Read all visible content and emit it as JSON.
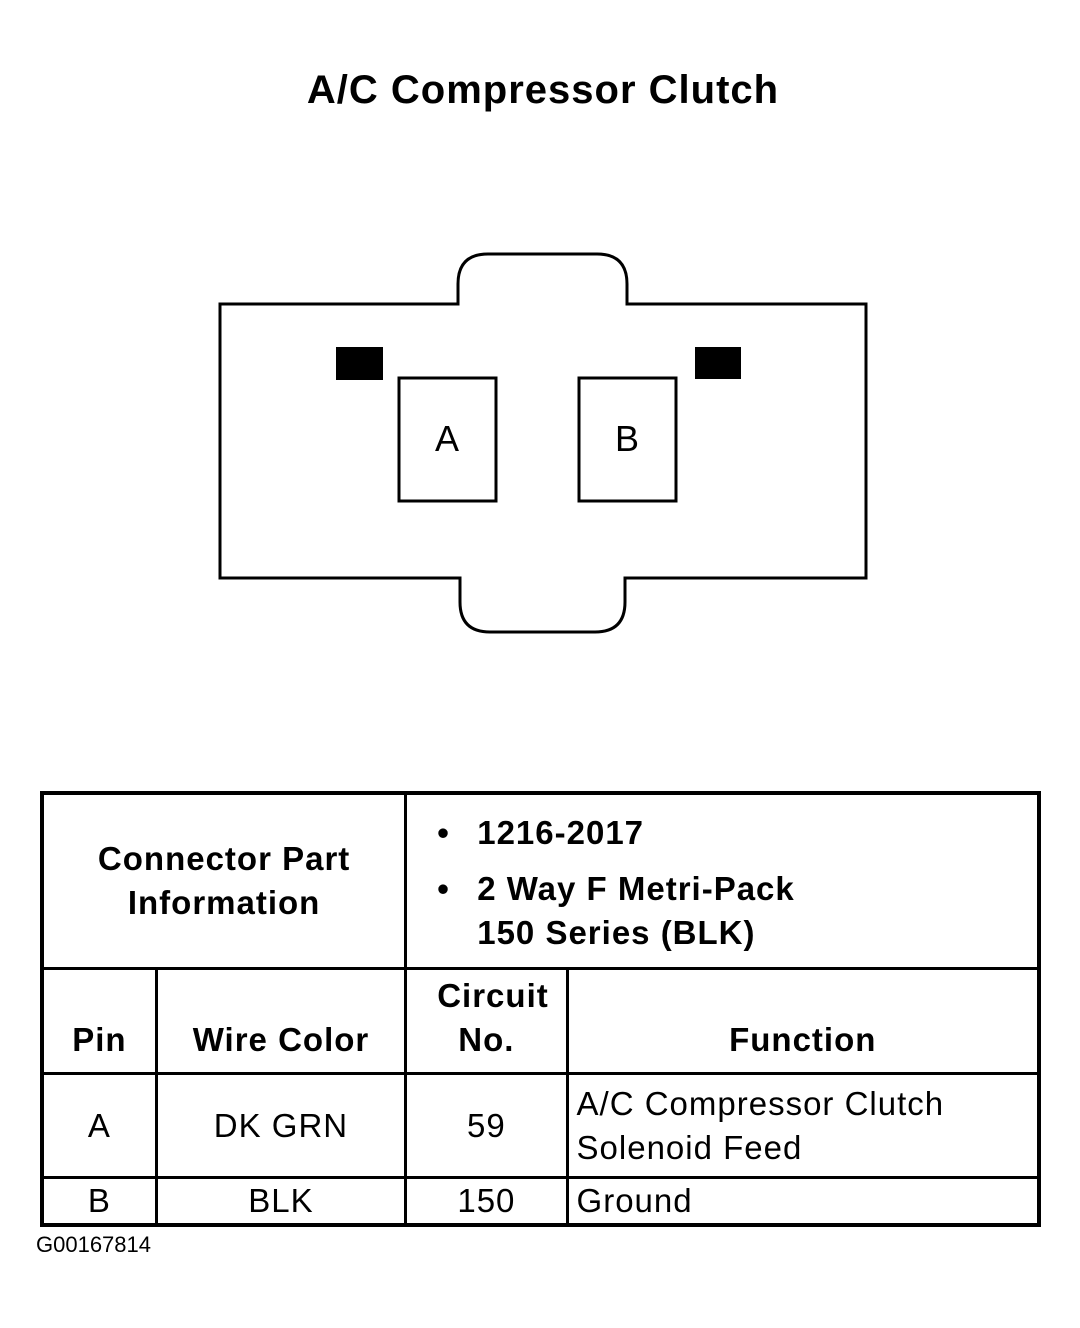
{
  "title": "A/C Compressor Clutch",
  "connector": {
    "pins": [
      "A",
      "B"
    ]
  },
  "table": {
    "part_label": "Connector Part Information",
    "part_info": [
      "1216-2017",
      "2 Way F Metri-Pack 150 Series (BLK)"
    ],
    "headers": {
      "pin": "Pin",
      "wire_color": "Wire Color",
      "circuit": "Circuit No.",
      "function": "Function"
    },
    "rows": [
      {
        "pin": "A",
        "wire_color": "DK GRN",
        "circuit": "59",
        "function": "A/C Compressor Clutch Solenoid Feed"
      },
      {
        "pin": "B",
        "wire_color": "BLK",
        "circuit": "150",
        "function": "Ground"
      }
    ]
  },
  "figure_code": "G00167814"
}
